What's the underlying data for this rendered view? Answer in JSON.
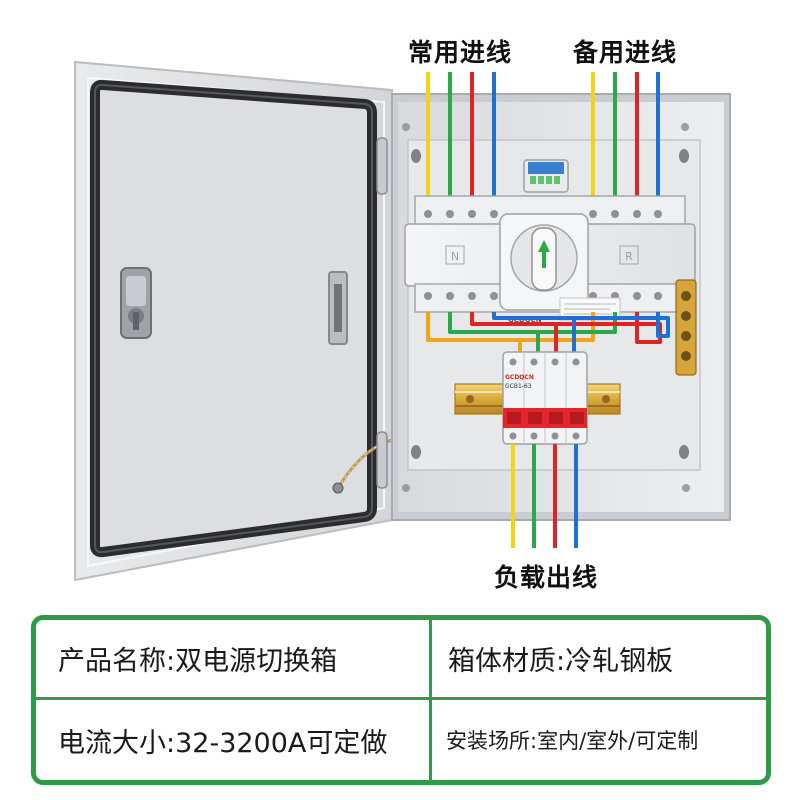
{
  "labels": {
    "main_incoming": "常用进线",
    "backup_incoming": "备用进线",
    "load_outgoing": "负载出线"
  },
  "device": {
    "ats_brand": "GCDQCN",
    "breaker_brand": "GCDQCN",
    "breaker_model": "GCB1-63",
    "ats_side_left": "N",
    "ats_side_right": "R"
  },
  "specs": {
    "product_name": "产品名称:双电源切换箱",
    "material": "箱体材质:冷轧钢板",
    "current": "电流大小:32-3200A可定做",
    "location": "安装场所:室内/室外/可定制"
  },
  "colors": {
    "frame_green": "#2f9a47",
    "wire_yellow": "#f2d31b",
    "wire_green": "#2aa84a",
    "wire_red": "#e02424",
    "wire_blue": "#1f6fd6",
    "breaker_red": "#e3262b"
  }
}
